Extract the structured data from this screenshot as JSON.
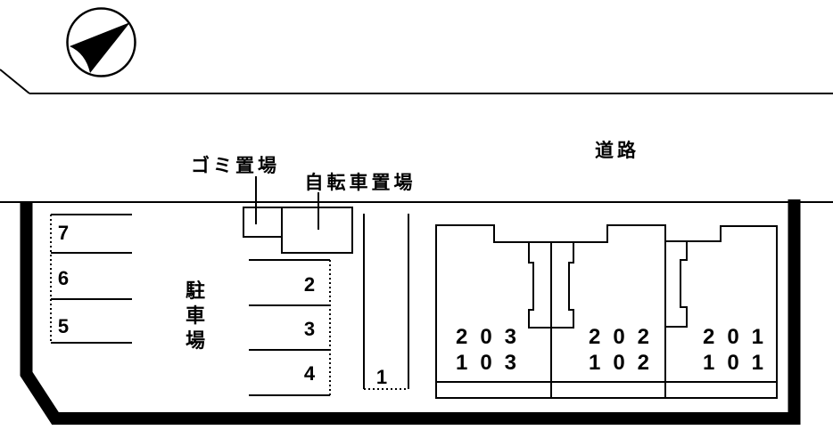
{
  "diagram": {
    "type": "property-site-plan",
    "background_color": "#ffffff",
    "line_color": "#000000"
  },
  "labels": {
    "road": "道路",
    "garbage_area": "ゴミ置場",
    "bicycle_area": "自転車置場",
    "parking_area": "駐車場",
    "parking_area_chars": [
      "駐",
      "車",
      "場"
    ]
  },
  "parking": {
    "left_spaces": [
      "7",
      "6",
      "5"
    ],
    "middle_spaces": [
      "2",
      "3",
      "4"
    ],
    "front_space": "1"
  },
  "building": {
    "units": [
      {
        "upper": "203",
        "lower": "103"
      },
      {
        "upper": "202",
        "lower": "102"
      },
      {
        "upper": "201",
        "lower": "101"
      }
    ]
  }
}
